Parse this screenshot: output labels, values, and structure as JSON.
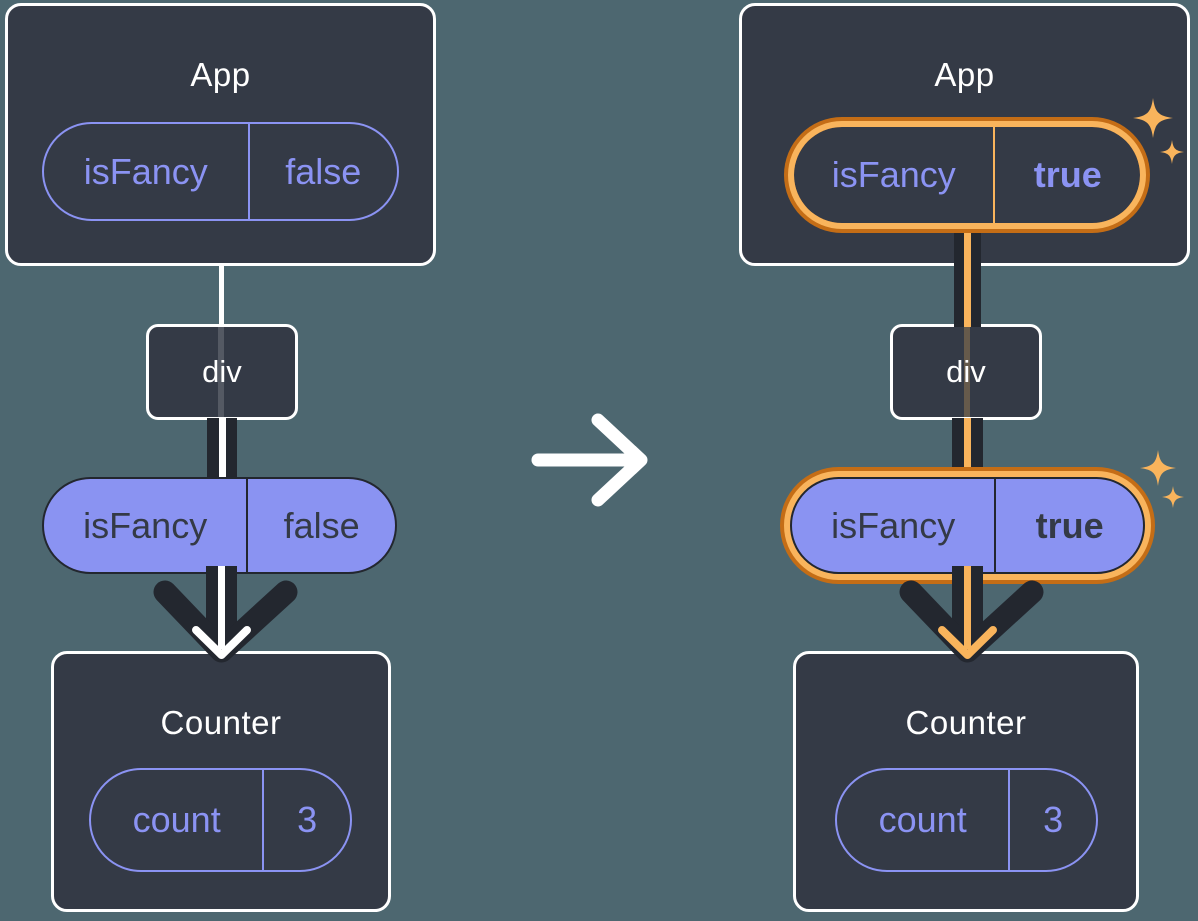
{
  "panels": {
    "left": {
      "app": {
        "title": "App",
        "prop_name": "isFancy",
        "prop_value": "false"
      },
      "div_label": "div",
      "passed_prop": {
        "name": "isFancy",
        "value": "false"
      },
      "counter": {
        "title": "Counter",
        "state_name": "count",
        "state_value": "3"
      }
    },
    "right": {
      "app": {
        "title": "App",
        "prop_name": "isFancy",
        "prop_value": "true"
      },
      "div_label": "div",
      "passed_prop": {
        "name": "isFancy",
        "value": "true"
      },
      "counter": {
        "title": "Counter",
        "state_name": "count",
        "state_value": "3"
      }
    }
  },
  "colors": {
    "background": "#4d6770",
    "node_fill": "#343a46",
    "node_border": "#ffffff",
    "accent_purple": "#8b93f3",
    "pill_fill": "#8a93f2",
    "dark_line": "#23272f",
    "orange_light": "#f9b45c",
    "orange_dark": "#c46d16"
  },
  "icons": {
    "transition_arrow": "right-arrow",
    "flow_arrow_left": "down-arrow-white",
    "flow_arrow_right": "down-arrow-orange",
    "sparkle": "four-point-star"
  }
}
